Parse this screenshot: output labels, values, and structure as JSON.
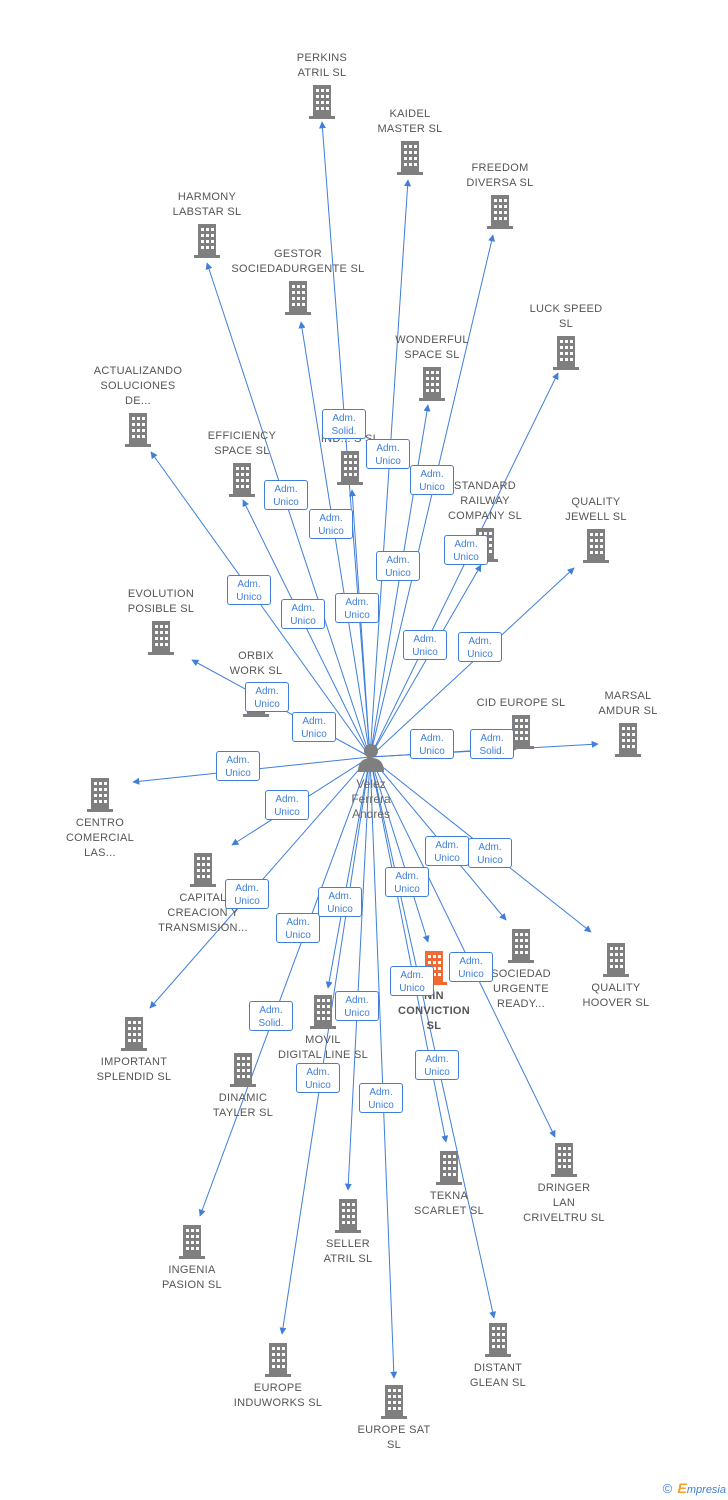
{
  "center": {
    "name": "Velez\nFerrera\nAndres"
  },
  "colors": {
    "edge": "#3f7fd9",
    "building": "#7f7f7f",
    "highlight": "#f26a33"
  },
  "nodes": [
    {
      "id": "perkins",
      "label": "PERKINS\nATRIL SL"
    },
    {
      "id": "kaidel",
      "label": "KAIDEL\nMASTER SL"
    },
    {
      "id": "freedom",
      "label": "FREEDOM\nDIVERSA SL"
    },
    {
      "id": "harmony",
      "label": "HARMONY\nLABSTAR SL"
    },
    {
      "id": "gestor",
      "label": "GESTOR\nSOCIEDADURGENTE SL"
    },
    {
      "id": "luck",
      "label": "LUCK SPEED\nSL"
    },
    {
      "id": "wonderful",
      "label": "WONDERFUL\nSPACE SL"
    },
    {
      "id": "actualizando",
      "label": "ACTUALIZANDO\nSOLUCIONES\nDE..."
    },
    {
      "id": "efficiency",
      "label": "EFFICIENCY\nSPACE SL"
    },
    {
      "id": "ind",
      "label": "S\nIND... S SL"
    },
    {
      "id": "standard",
      "label": "STANDARD\nRAILWAY\nCOMPANY SL"
    },
    {
      "id": "quality_jewell",
      "label": "QUALITY\nJEWELL SL"
    },
    {
      "id": "evolution",
      "label": "EVOLUTION\nPOSIBLE SL"
    },
    {
      "id": "orbix",
      "label": "ORBIX\nWORK SL"
    },
    {
      "id": "cid",
      "label": "CID EUROPE SL"
    },
    {
      "id": "marsal",
      "label": "MARSAL\nAMDUR SL"
    },
    {
      "id": "centro",
      "label": "CENTRO\nCOMERCIAL\nLAS..."
    },
    {
      "id": "capital",
      "label": "CAPITAL\nCREACION Y\nTRANSMISION..."
    },
    {
      "id": "sociedad",
      "label": "SOCIEDAD\nURGENTE\nREADY..."
    },
    {
      "id": "quality_hoover",
      "label": "QUALITY\nHOOVER SL"
    },
    {
      "id": "conviction",
      "label": "NIN\nCONVICTION\nSL"
    },
    {
      "id": "important",
      "label": "IMPORTANT\nSPLENDID SL"
    },
    {
      "id": "movil",
      "label": "MOVIL\nDIGITAL LINE SL"
    },
    {
      "id": "dinamic",
      "label": "DINAMIC\nTAYLER SL"
    },
    {
      "id": "tekna",
      "label": "TEKNA\nSCARLET SL"
    },
    {
      "id": "dringer",
      "label": "DRINGER\nLAN\nCRIVELTRU SL"
    },
    {
      "id": "seller",
      "label": "SELLER\nATRIL SL"
    },
    {
      "id": "ingenia",
      "label": "INGENIA\nPASION SL"
    },
    {
      "id": "distant",
      "label": "DISTANT\nGLEAN SL"
    },
    {
      "id": "europe_induworks",
      "label": "EUROPE\nINDUWORKS SL"
    },
    {
      "id": "europe_sat",
      "label": "EUROPE SAT\nSL"
    }
  ],
  "badges": [
    "Adm.\nSolid.",
    "Adm.\nUnico",
    "Adm.\nUnico",
    "Adm.\nUnico",
    "Adm.\nUnico",
    "Adm.\nUnico",
    "Adm.\nUnico",
    "Adm.\nUnico",
    "Adm.\nUnico",
    "Adm.\nUnico",
    "Adm.\nUnico",
    "Adm.\nUnico",
    "Adm.\nUnico",
    "Adm.\nUnico",
    "Adm.\nUnico",
    "Adm.\nSolid.",
    "Adm.\nUnico",
    "Adm.\nUnico",
    "Adm.\nUnico",
    "Adm.\nUnico",
    "Adm.\nUnico",
    "Adm.\nUnico",
    "Adm.\nUnico",
    "Adm.\nUnico",
    "Adm.\nUnico",
    "Adm.\nSolid.",
    "Adm.\nUnico",
    "Adm.\nUnico",
    "Adm.\nUnico",
    "Adm.\nUnico",
    "Adm.\nUnico",
    "Adm.\nUnico"
  ],
  "footer": {
    "copyright": "©",
    "brand_initial": "E",
    "brand_rest": "mpresia"
  }
}
